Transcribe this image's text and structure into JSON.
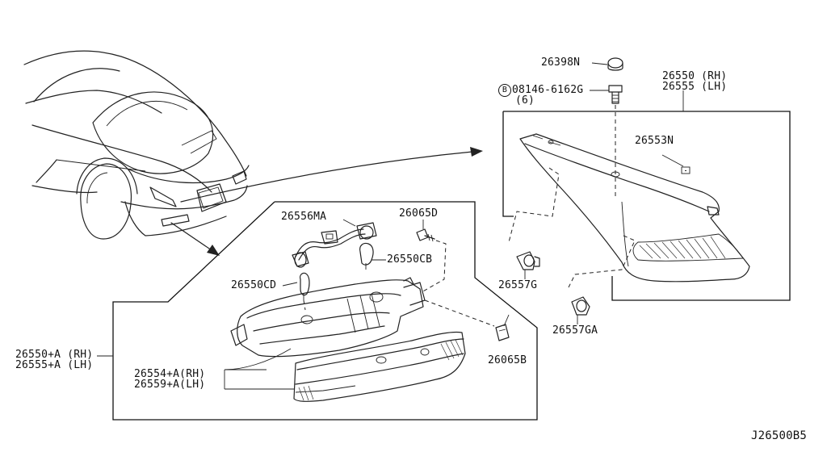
{
  "labels": {
    "p26398n": "26398N",
    "p08146": "08146-6162G",
    "bolt_symbol": "B",
    "qty6": "(6)",
    "p26550_rh": "26550 (RH)",
    "p26555_lh": "26555 (LH)",
    "p26553n": "26553N",
    "p26557g": "26557G",
    "p26557ga": "26557GA",
    "p26556ma": "26556MA",
    "p26065d": "26065D",
    "p26550cb": "26550CB",
    "p26550cd": "26550CD",
    "p26550a_rh": "26550+A (RH)",
    "p26555a_lh": "26555+A (LH)",
    "p26554a_rh": "26554+A(RH)",
    "p26559a_lh": "26559+A(LH)",
    "p26065b": "26065B",
    "diagram_id": "J26500B5"
  }
}
